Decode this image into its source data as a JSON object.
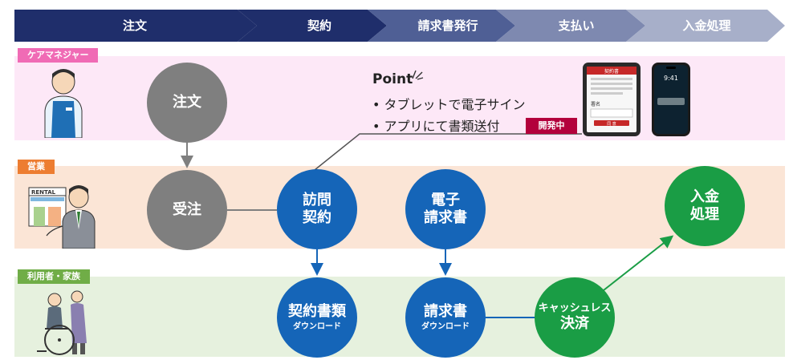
{
  "phases": [
    "注文",
    "契約",
    "請求書発行",
    "支払い",
    "入金処理"
  ],
  "lanes": {
    "care_manager": "ケアマネジャー",
    "sales": "営業",
    "user_family": "利用者・家族"
  },
  "nodes": {
    "order": "注文",
    "receive_order": "受注",
    "visit_contract": [
      "訪問",
      "契約"
    ],
    "e_invoice": [
      "電子",
      "請求書"
    ],
    "payment_processing": [
      "入金",
      "処理"
    ],
    "contract_download": {
      "title": "契約書類",
      "sub": "ダウンロード"
    },
    "invoice_download": {
      "title": "請求書",
      "sub": "ダウンロード"
    },
    "cashless": {
      "top": "キャッシュレス",
      "bottom": "決済"
    }
  },
  "point": {
    "title": "Point",
    "items": [
      "タブレットで電子サイン",
      "アプリにて書類送付"
    ],
    "badge": "開発中"
  },
  "devices": {
    "tablet_title": "契約書",
    "tablet_sign_label": "署名",
    "tablet_button": "同 意",
    "phone_time": "9:41",
    "rental_sign": "RENTAL"
  },
  "colors": {
    "phase_dark": "#1f2e6b",
    "phase_mid": "#4f5f95",
    "phase_light": "#7e89b0",
    "phase_lightest": "#a7afc9",
    "care_band": "#fde8f7",
    "care_label": "#f06bb5",
    "sales_band": "#fbe5d6",
    "sales_label": "#ed7d31",
    "user_band": "#e6f1de",
    "user_label": "#70ad47",
    "gray_node": "#7f7f7f",
    "blue_node": "#1565b8",
    "green_node": "#1a9d45",
    "badge": "#b3003c"
  }
}
